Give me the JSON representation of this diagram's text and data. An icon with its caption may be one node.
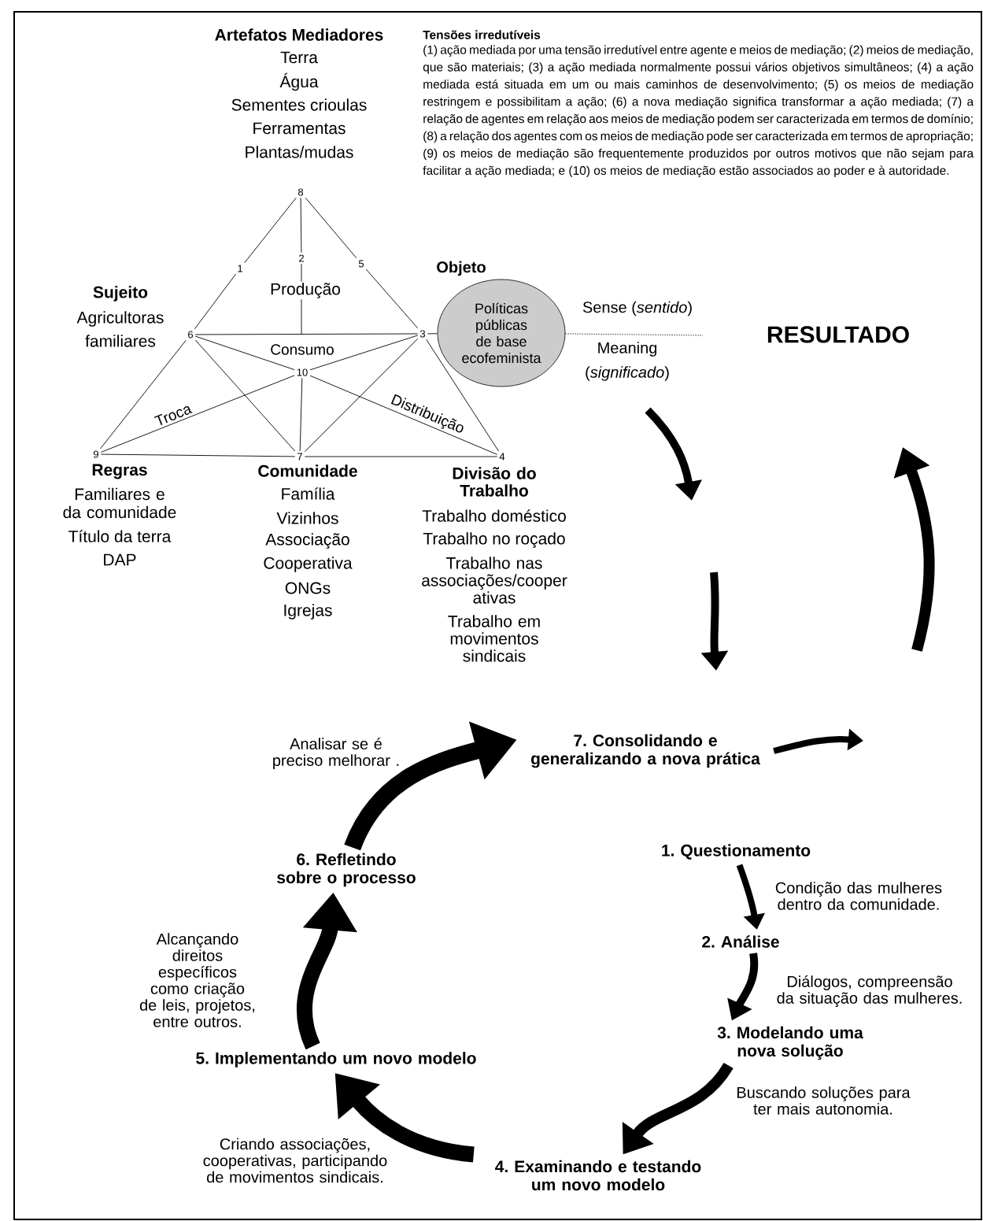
{
  "diagram": {
    "nodes": [
      {
        "text": [
          "8"
        ]
      },
      {
        "text": [
          "1"
        ]
      },
      {
        "text": [
          "2"
        ]
      },
      {
        "text": [
          "5"
        ]
      },
      {
        "text": [
          "6"
        ]
      },
      {
        "text": [
          "3"
        ]
      },
      {
        "text": [
          "10"
        ]
      },
      {
        "text": [
          "9"
        ]
      },
      {
        "text": [
          "7"
        ]
      },
      {
        "text": [
          "4"
        ]
      },
      {
        "text": [
          "Objeto",
          "Políticas públicas de base ecofeminista"
        ]
      },
      {
        "text": [
          "1. Questionamento"
        ]
      },
      {
        "text": [
          "2. Análise"
        ]
      },
      {
        "text": [
          "3. Modelando uma nova solução"
        ]
      },
      {
        "text": [
          "4. Examinando e testando um novo modelo"
        ]
      },
      {
        "text": [
          "5. Implementando um novo modelo"
        ]
      },
      {
        "text": [
          "6. Refletindo sobre o processo"
        ]
      },
      {
        "text": [
          "7. Consolidando e generalizando a nova prática"
        ]
      }
    ],
    "edges": [
      {
        "from": 0,
        "to": 1,
        "arrow": "none"
      },
      {
        "from": 1,
        "to": 4,
        "arrow": "none"
      },
      {
        "from": 0,
        "to": 2,
        "arrow": "none"
      },
      {
        "from": 2,
        "to": null,
        "arrow": "none",
        "label": "Produção"
      },
      {
        "from": 0,
        "to": 3,
        "arrow": "none"
      },
      {
        "from": 3,
        "to": 5,
        "arrow": "none"
      },
      {
        "from": 4,
        "to": 5,
        "arrow": "none"
      },
      {
        "from": 4,
        "to": 6,
        "arrow": "none"
      },
      {
        "from": 6,
        "to": 5,
        "arrow": "none"
      },
      {
        "from": 4,
        "to": 8,
        "arrow": "none"
      },
      {
        "from": 5,
        "to": 8,
        "arrow": "none"
      },
      {
        "from": 4,
        "to": 7,
        "arrow": "none"
      },
      {
        "from": 5,
        "to": 9,
        "arrow": "none"
      },
      {
        "from": 7,
        "to": 8,
        "arrow": "none"
      },
      {
        "from": 8,
        "to": 9,
        "arrow": "none"
      },
      {
        "from": 7,
        "to": 6,
        "arrow": "none",
        "label": "Troca"
      },
      {
        "from": 6,
        "to": 9,
        "arrow": "none",
        "label": "Distribuição"
      },
      {
        "from": 6,
        "to": 8,
        "arrow": "none"
      },
      {
        "from": 5,
        "to": 10,
        "arrow": "none"
      },
      {
        "from": 10,
        "to": null,
        "arrow": "none",
        "style": "dashed"
      },
      {
        "from": 11,
        "to": 12,
        "arrow": "to",
        "style": "thick",
        "label": "Condição das mulheres dentro da comunidade."
      },
      {
        "from": 12,
        "to": 13,
        "arrow": "to",
        "style": "thick",
        "label": "Diálogos, compreensão da situação das mulheres."
      },
      {
        "from": 13,
        "to": 14,
        "arrow": "to",
        "style": "thick",
        "label": "Buscando soluções para ter mais autonomia."
      },
      {
        "from": 14,
        "to": 15,
        "arrow": "to",
        "style": "thick",
        "label": "Criando associações, cooperativas, participando de movimentos sindicais."
      },
      {
        "from": 15,
        "to": 16,
        "arrow": "to",
        "style": "thick",
        "label": "Alcançando direitos específicos como criação de leis, projetos, entre outros."
      },
      {
        "from": 16,
        "to": 17,
        "arrow": "to",
        "style": "thick",
        "label": "Analisar se é preciso melhorar ."
      },
      {
        "from": 17,
        "to": null,
        "arrow": "to",
        "style": "thick"
      }
    ],
    "labels": [
      "Artefatos Mediadores",
      "Terra",
      "Água",
      "Sementes crioulas",
      "Ferramentas",
      "Plantas/mudas",
      "Tensões irredutíveis",
      "(1) ação mediada por uma tensão irredutível entre agente e meios de mediação; (2) meios de mediação, que são materiais; (3) a ação mediada normalmente possui vários objetivos simultâneos; (4) a ação mediada está situada em um ou mais caminhos de desenvolvimento; (5) os meios de mediação restringem e possibilitam a ação; (6) a nova mediação significa transformar a ação mediada; (7) a relação de agentes em relação aos meios de mediação podem ser caracterizada em termos de domínio; (8) a relação dos agentes com os meios de mediação pode ser caracterizada em termos de apropriação; (9) os meios de mediação são frequentemente produzidos por outros motivos que não sejam para facilitar a ação mediada; e (10) os meios de mediação estão associados ao poder e à autoridade.",
      "Sujeito",
      "Agricultoras familiares",
      "Consumo",
      "Sense (*sentido*)",
      "Meaning (*significado*)",
      "RESULTADO",
      "Regras",
      "Familiares e da comunidade",
      "Título da terra",
      "DAP",
      "Comunidade",
      "Família",
      "Vizinhos",
      "Associação",
      "Cooperativa",
      "ONGs",
      "Igrejas",
      "Divisão do Trabalho",
      "Trabalho doméstico",
      "Trabalho no roçado",
      "Trabalho nas associações/cooper ativas",
      "Trabalho em movimentos sindicais"
    ]
  }
}
